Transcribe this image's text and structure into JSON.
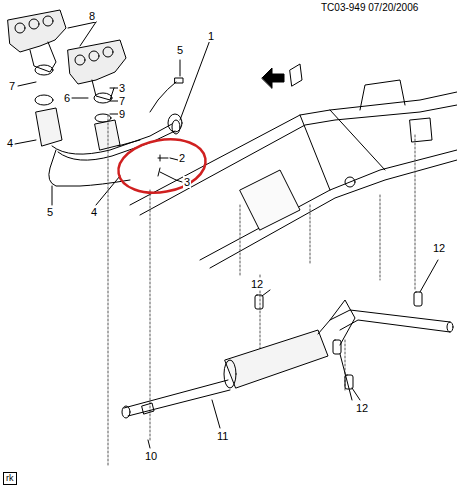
{
  "diagram": {
    "labels": [
      "TC03-949 07/20/2006",
      "8",
      "1",
      "5",
      "7",
      "3",
      "7",
      "6",
      "9",
      "4",
      "2",
      "3",
      "5",
      "4",
      "12",
      "12",
      "12",
      "11",
      "10",
      "rk"
    ]
  }
}
